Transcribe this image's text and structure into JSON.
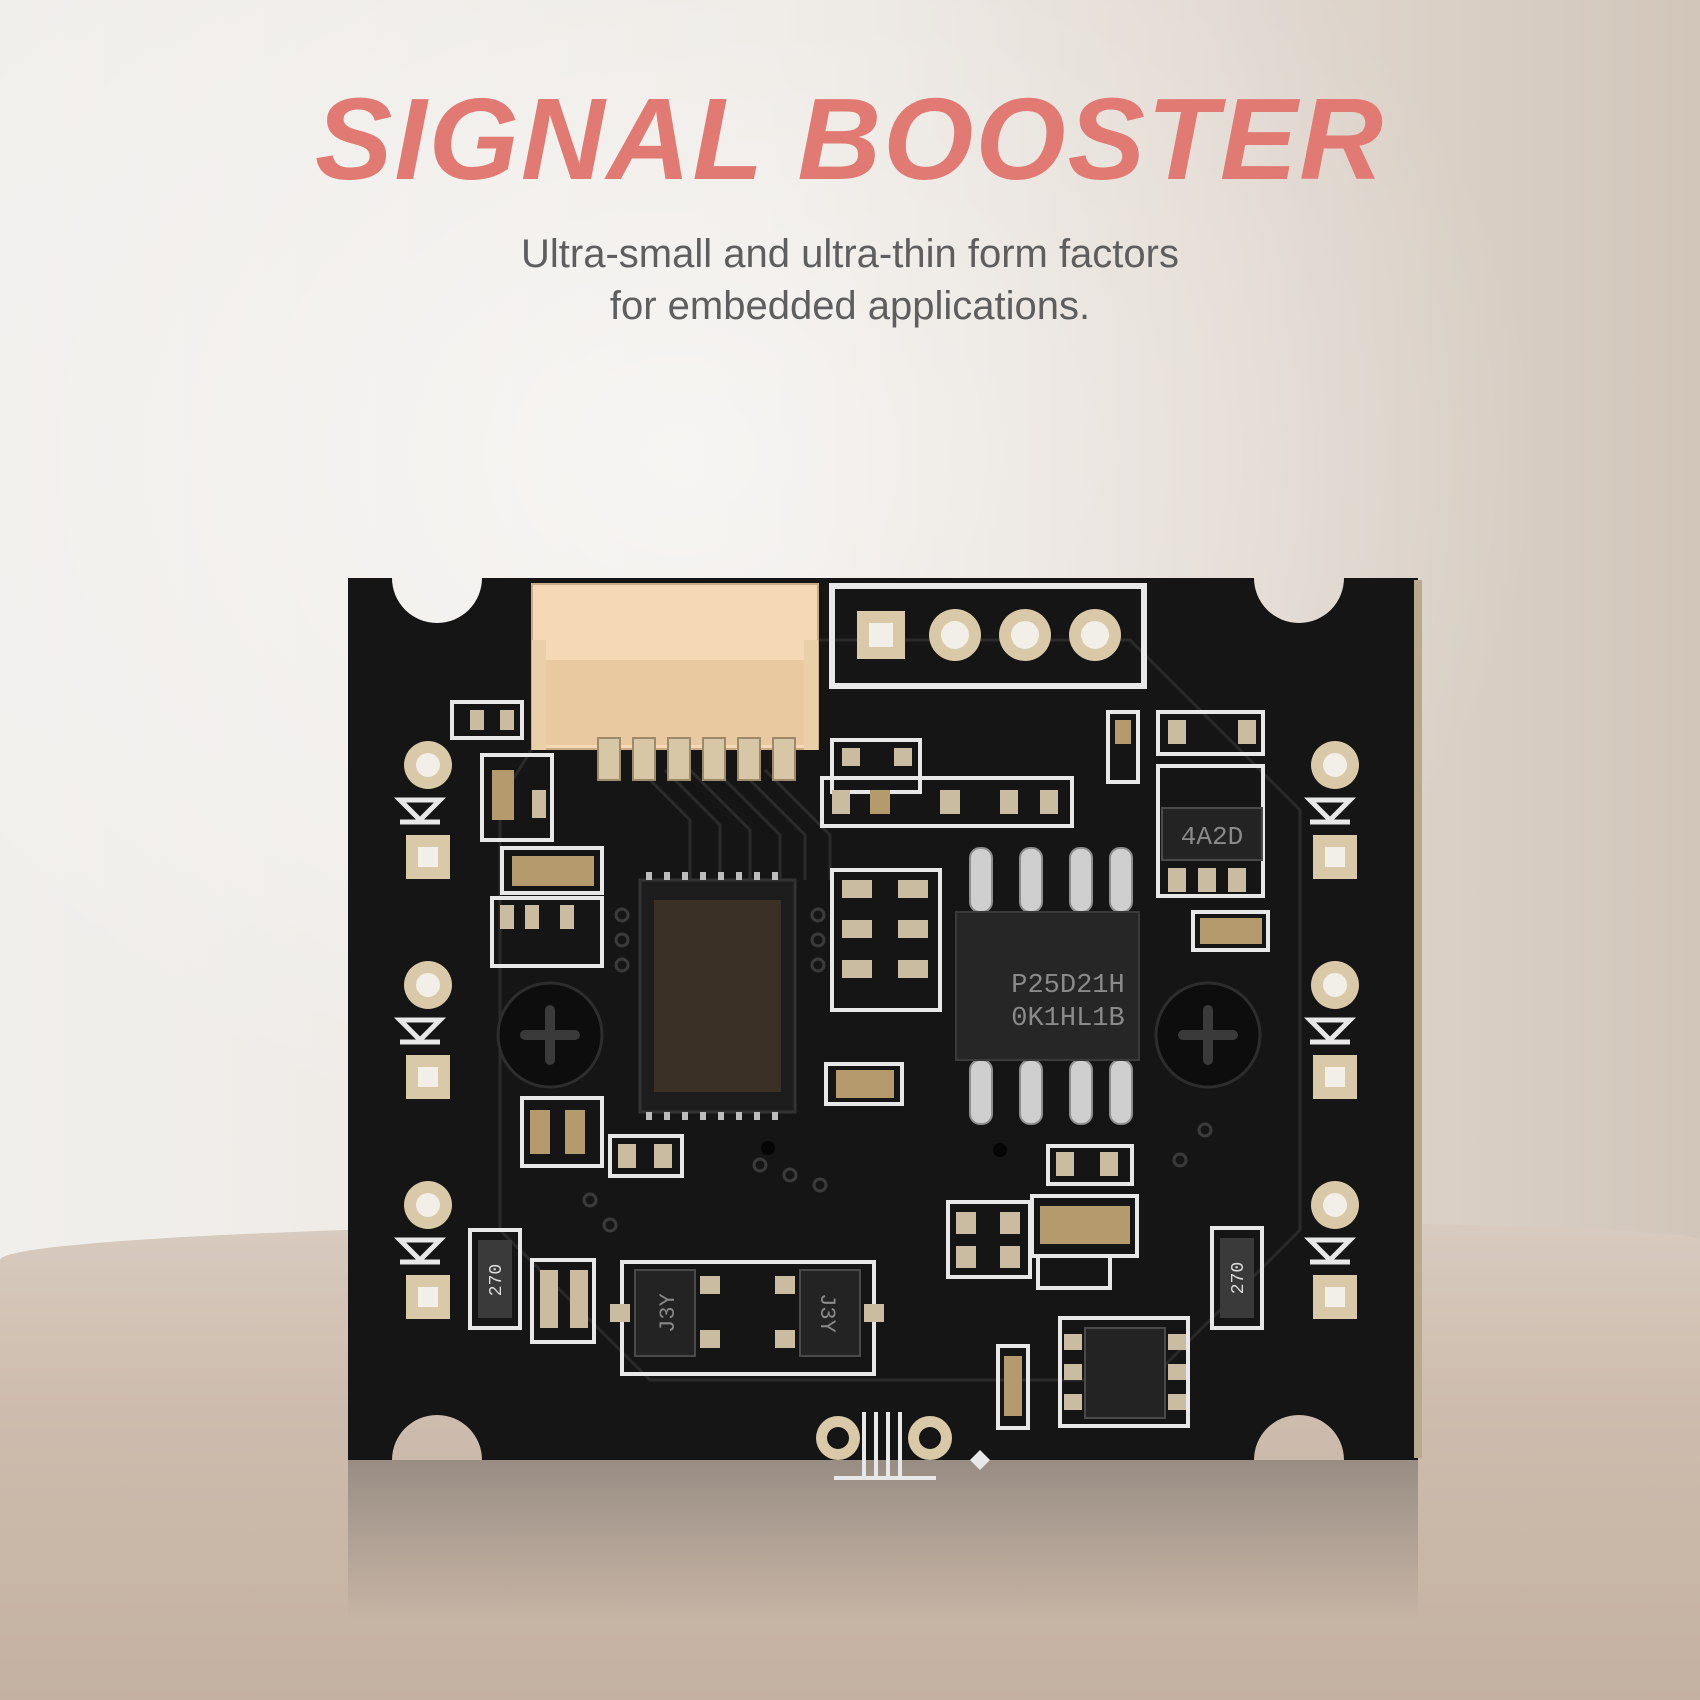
{
  "headline": "SIGNAL BOOSTER",
  "subline": {
    "line1": "Ultra-small and ultra-thin form factors",
    "line2": "for embedded applications."
  },
  "chip_labels": {
    "flash_line1": "P25D21H",
    "flash_line2": "0K1HL1B",
    "regulator": "4A2D",
    "transistor_left": "J3Y",
    "transistor_right": "J3Y",
    "resistor_left": "270",
    "resistor_right": "270"
  },
  "colors": {
    "headline": "#e27a74",
    "board": "#151515",
    "silkscreen": "#e8e8e8",
    "connector": "#f4d9b4",
    "pad": "#d9c9a8"
  }
}
